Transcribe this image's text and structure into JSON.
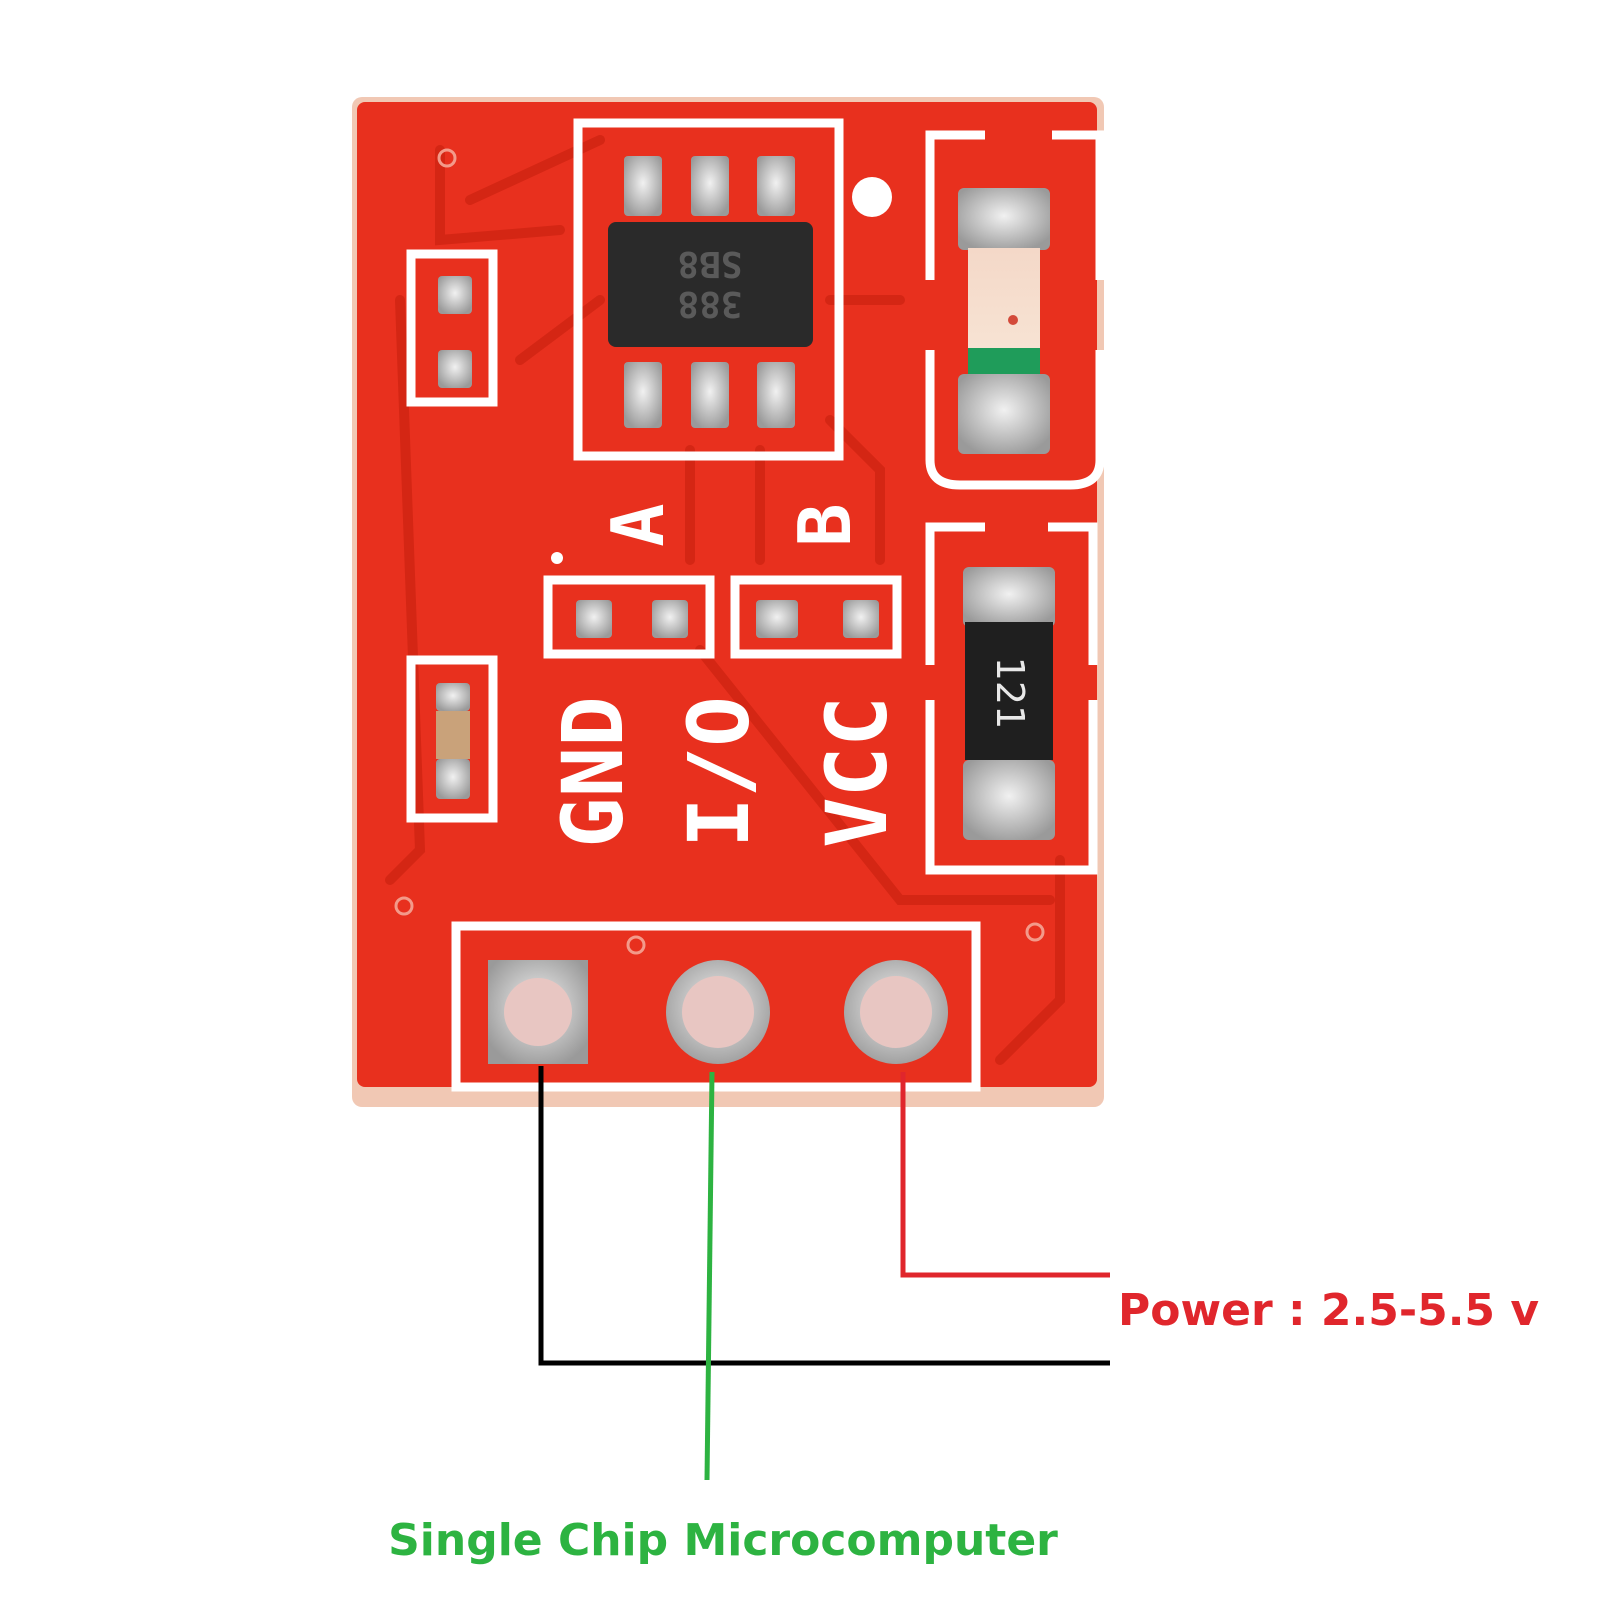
{
  "board": {
    "silkscreen": {
      "gnd": "GND",
      "io": "I/O",
      "vcc": "VCC",
      "jumper_a": "A",
      "jumper_b": "B"
    },
    "ic_marking": [
      "SB8",
      "388"
    ],
    "resistor_marking": "121"
  },
  "callouts": {
    "power": "Power : 2.5-5.5 v",
    "signal": "Single Chip Microcomputer"
  },
  "colors": {
    "pcb": "#e8301e",
    "silkscreen": "#ffffff",
    "pad": "#c9c9c9",
    "power_wire": "#e0262c",
    "signal_wire": "#2db341",
    "ground_wire": "#000000"
  }
}
